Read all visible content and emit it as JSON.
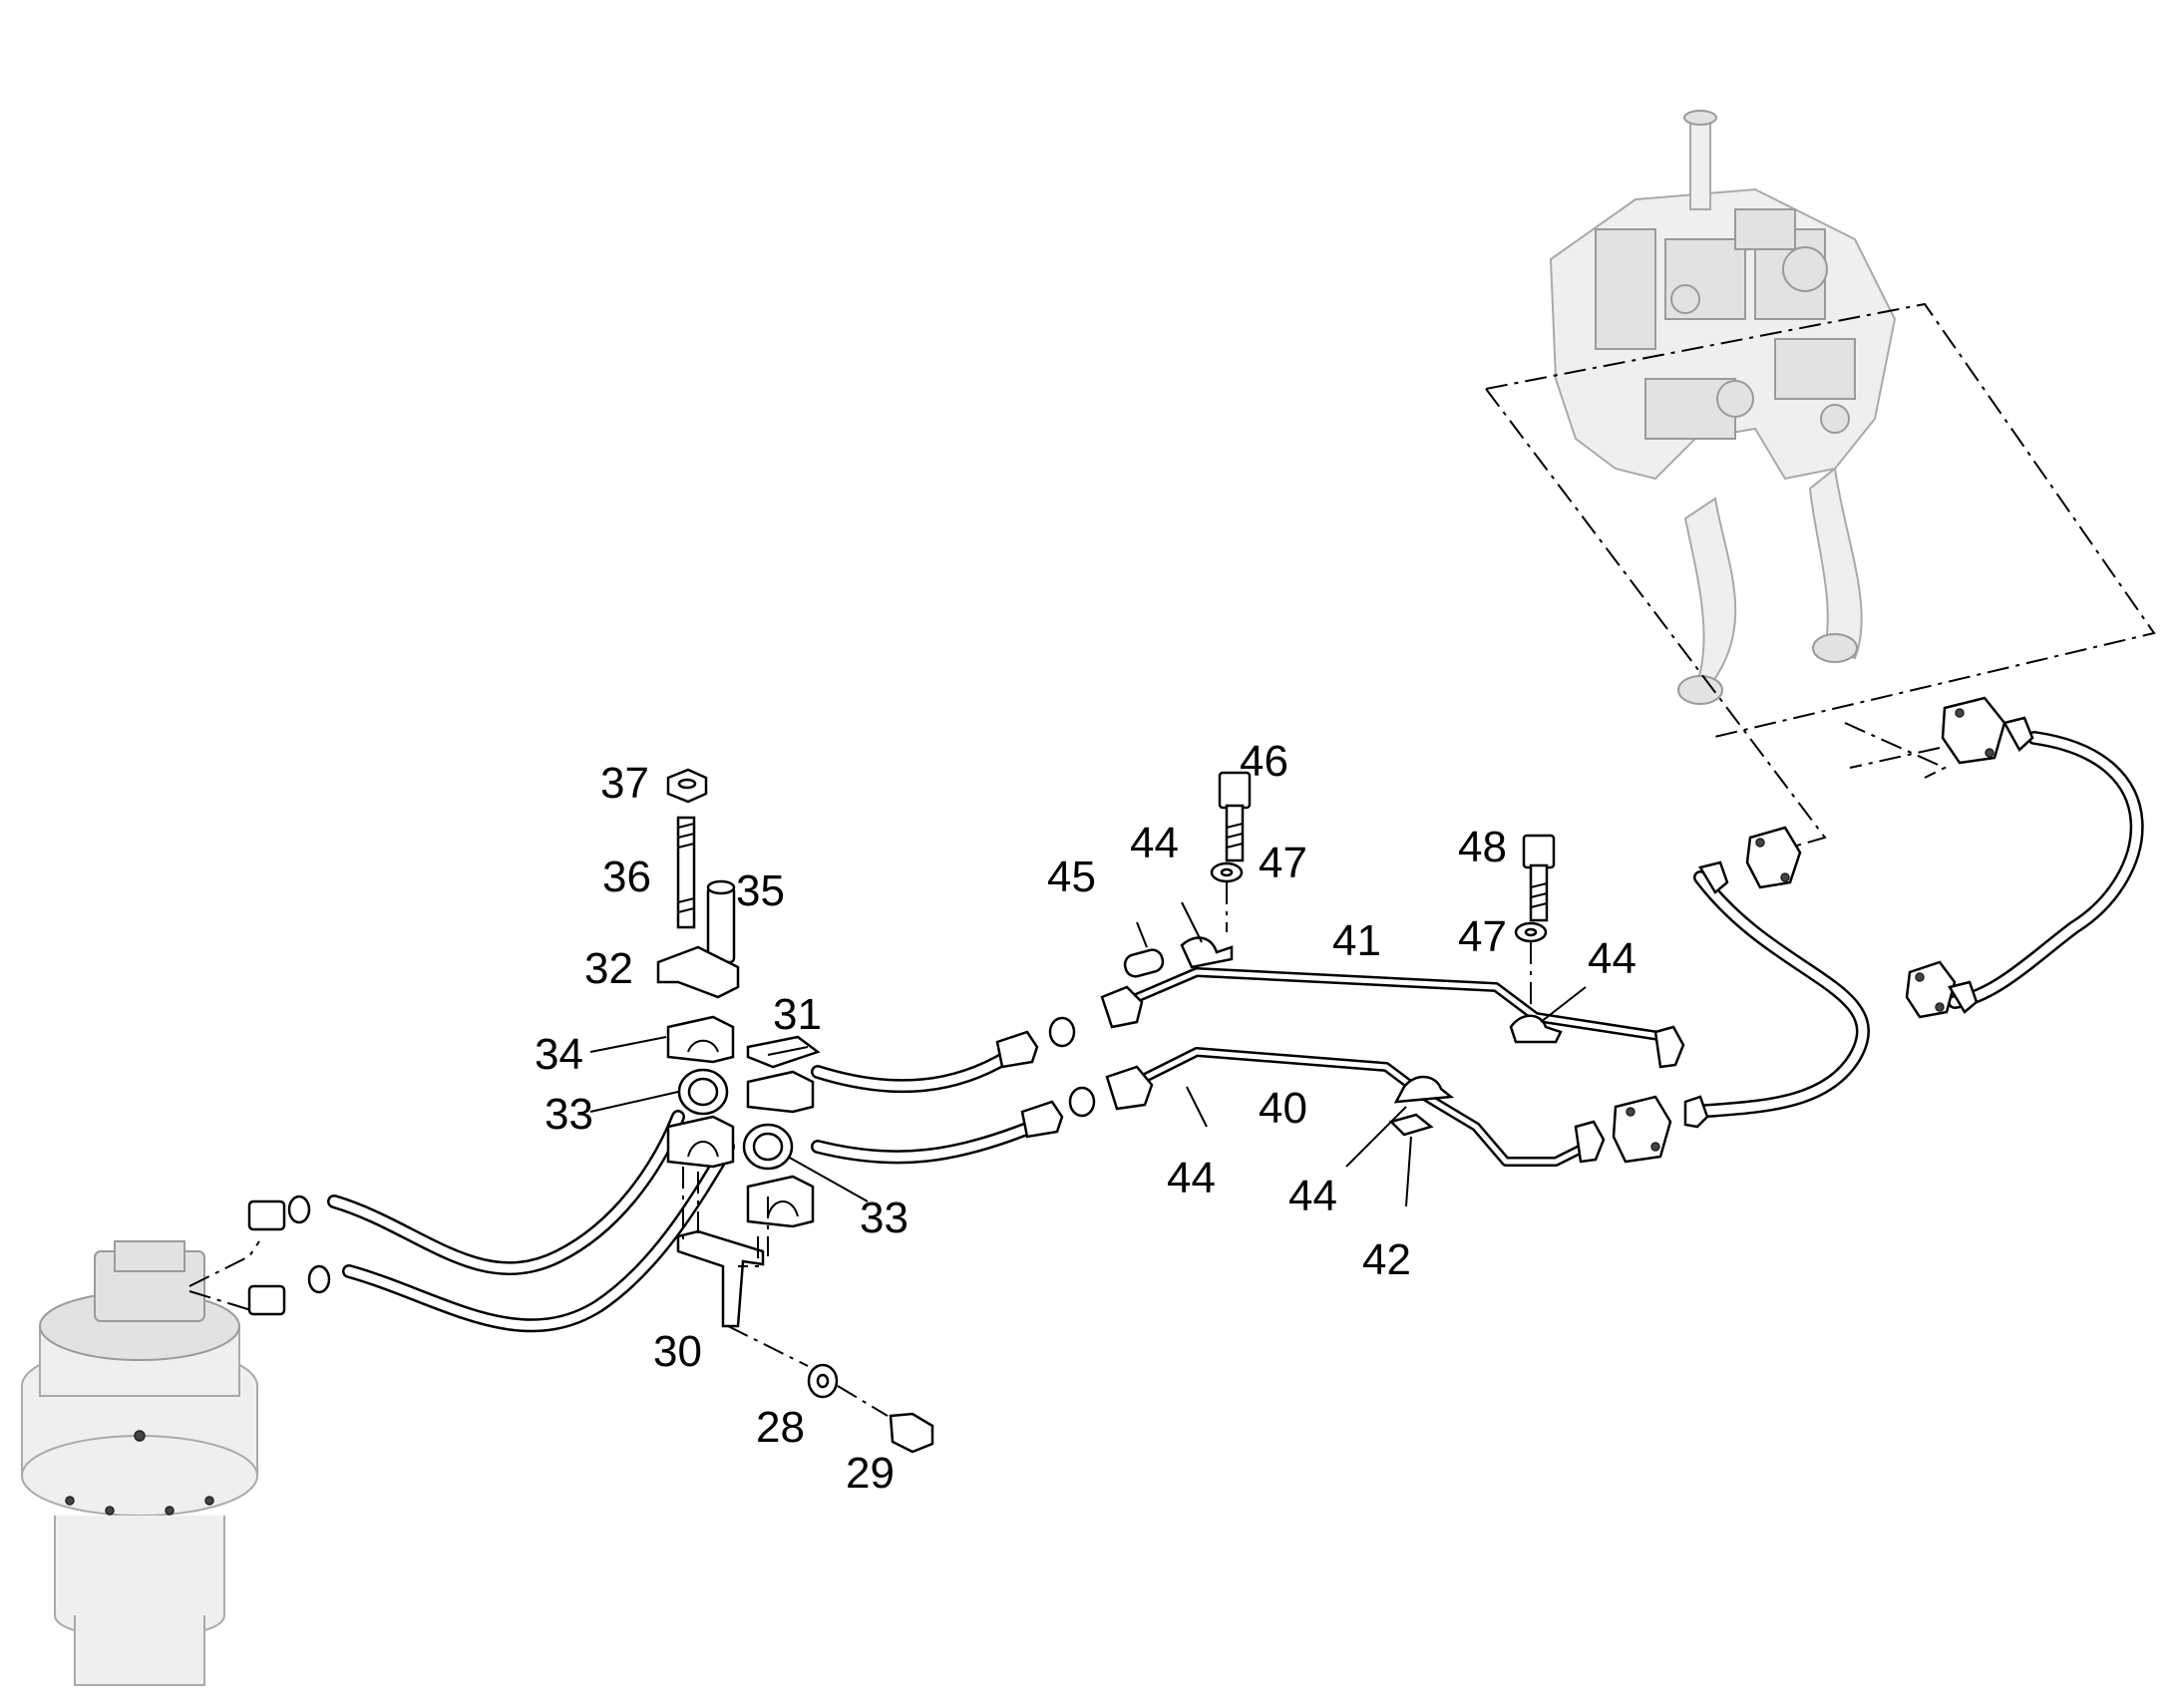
{
  "callouts": [
    {
      "id": "c37",
      "text": "37"
    },
    {
      "id": "c36",
      "text": "36"
    },
    {
      "id": "c35",
      "text": "35"
    },
    {
      "id": "c32",
      "text": "32"
    },
    {
      "id": "c34",
      "text": "34"
    },
    {
      "id": "c33a",
      "text": "33"
    },
    {
      "id": "c31",
      "text": "31"
    },
    {
      "id": "c33b",
      "text": "33"
    },
    {
      "id": "c30",
      "text": "30"
    },
    {
      "id": "c28",
      "text": "28"
    },
    {
      "id": "c29",
      "text": "29"
    },
    {
      "id": "c46",
      "text": "46"
    },
    {
      "id": "c44a",
      "text": "44"
    },
    {
      "id": "c47a",
      "text": "47"
    },
    {
      "id": "c45",
      "text": "45"
    },
    {
      "id": "c41",
      "text": "41"
    },
    {
      "id": "c48",
      "text": "48"
    },
    {
      "id": "c47b",
      "text": "47"
    },
    {
      "id": "c44b",
      "text": "44"
    },
    {
      "id": "c40",
      "text": "40"
    },
    {
      "id": "c44c",
      "text": "44"
    },
    {
      "id": "c44d",
      "text": "44"
    },
    {
      "id": "c42",
      "text": "42"
    }
  ],
  "components": {
    "transmission": "transmission-housing",
    "motor": "travel-drive-motor",
    "hoses": "hydraulic-hoses",
    "pipes": "hydraulic-pipes"
  }
}
